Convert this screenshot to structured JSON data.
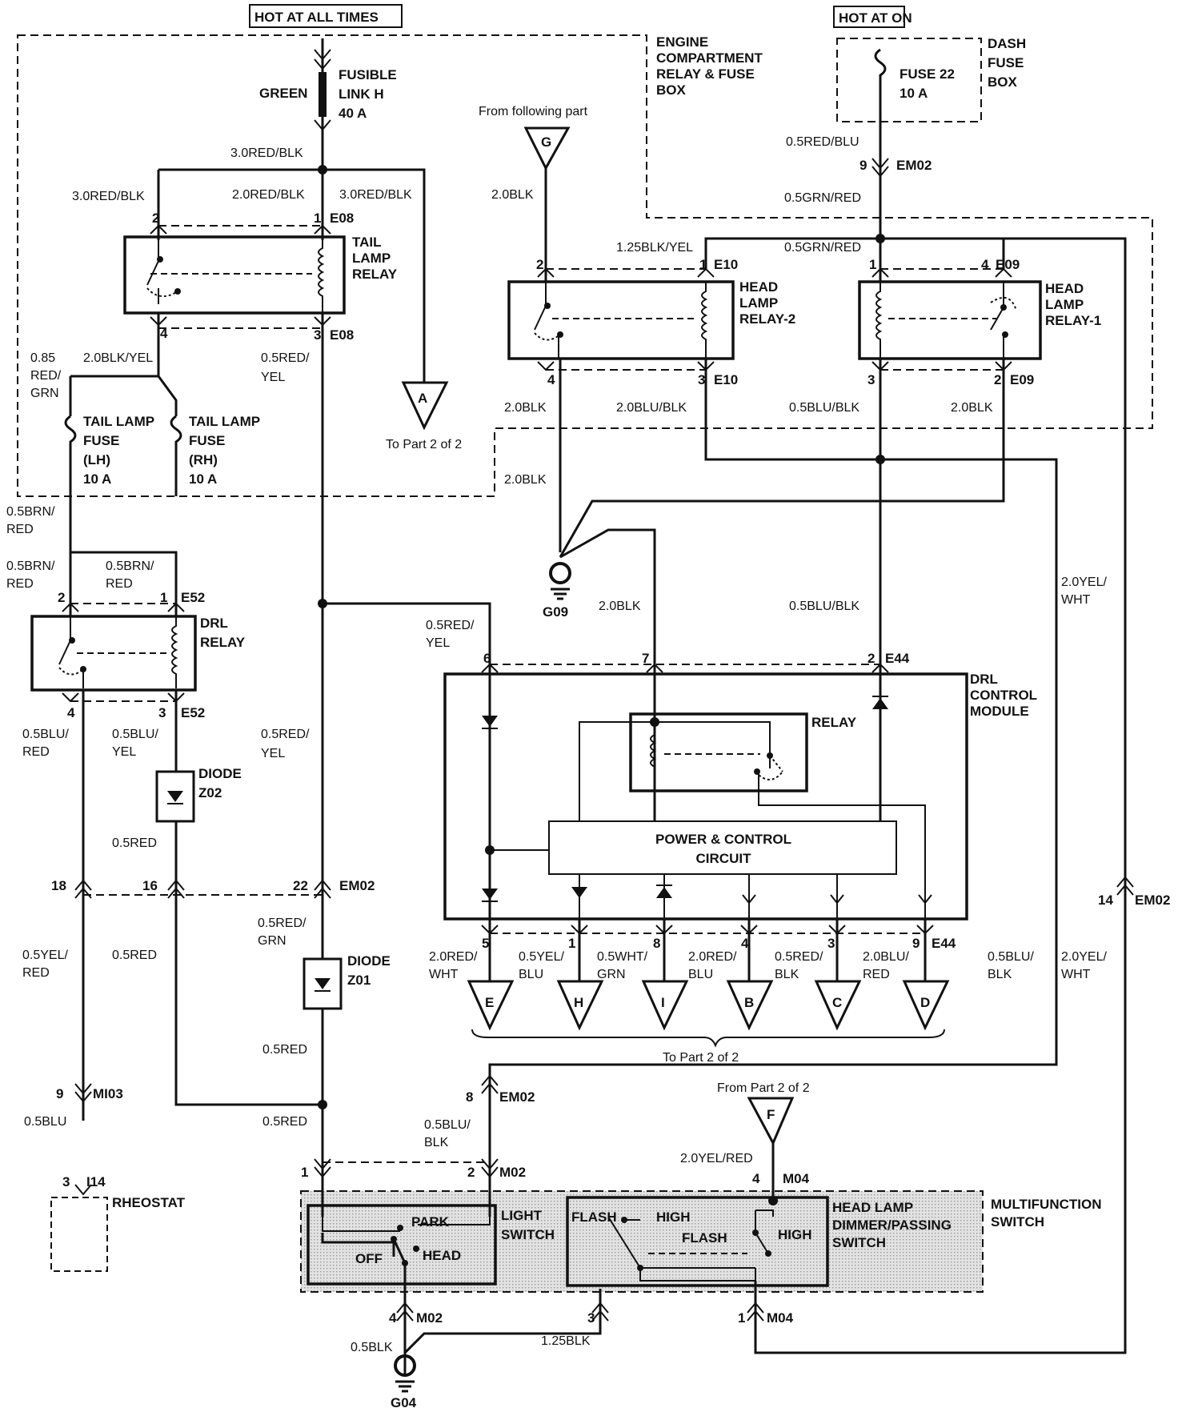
{
  "power": {
    "hot_at_all_times": "HOT AT ALL TIMES",
    "hot_at_on": "HOT AT ON"
  },
  "boxes": {
    "engine_box": "ENGINE\nCOMPARTMENT\nRELAY & FUSE\nBOX",
    "dash_box": "DASH\nFUSE\nBOX",
    "multifunction_switch": "MULTIFUNCTION\nSWITCH",
    "drl_control_module": "DRL\nCONTROL\nMODULE"
  },
  "fuses": {
    "fusible_link": "FUSIBLE\nLINK H\n40 A",
    "fusible_link_color": "GREEN",
    "fuse22": "FUSE 22\n10 A",
    "tail_fuse_lh": "TAIL LAMP\nFUSE\n(LH)\n10 A",
    "tail_fuse_rh": "TAIL LAMP\nFUSE\n(RH)\n10 A"
  },
  "relays": {
    "tail_lamp_relay": "TAIL\nLAMP\nRELAY",
    "head_lamp_relay_2": "HEAD\nLAMP\nRELAY-2",
    "head_lamp_relay_1": "HEAD\nLAMP\nRELAY-1",
    "drl_relay": "DRL\nRELAY",
    "module_relay": "RELAY",
    "power_control": "POWER & CONTROL\nCIRCUIT"
  },
  "diodes": {
    "z02": "DIODE\nZ02",
    "z01": "DIODE\nZ01"
  },
  "grounds": {
    "g09": "G09",
    "g04": "G04"
  },
  "connectors": {
    "e08": "E08",
    "e10": "E10",
    "e09": "E09",
    "e52": "E52",
    "e44": "E44",
    "em02": "EM02",
    "mi03": "MI03",
    "i14": "I14",
    "m02": "M02",
    "m04": "M04"
  },
  "wires": {
    "red_blk_30": "3.0RED/BLK",
    "red_blk_20": "2.0RED/BLK",
    "red_blu_05": "0.5RED/BLU",
    "grn_red_05": "0.5GRN/RED",
    "blk_20": "2.0BLK",
    "blk_yel_125": "1.25BLK/YEL",
    "blk_yel_20": "2.0BLK/YEL",
    "red_grn_085": "0.85\nRED/\nGRN",
    "red_yel_05": "0.5RED/\nYEL",
    "blu_blk_20": "2.0BLU/BLK",
    "blu_blk_05": "0.5BLU/BLK",
    "brn_red_05": "0.5BRN/\nRED",
    "blu_red_05": "0.5BLU/\nRED",
    "blu_yel_05": "0.5BLU/\nYEL",
    "red_05": "0.5RED",
    "yel_red_05": "0.5YEL/\nRED",
    "red_grn_05": "0.5RED/\nGRN",
    "blu_05": "0.5BLU",
    "yel_wht_20": "2.0YEL/\nWHT",
    "blu_blk_05b": "0.5BLU/\nBLK",
    "yel_red_20": "2.0YEL/RED",
    "blk_05": "0.5BLK",
    "blk_125": "1.25BLK",
    "red_wht_20": "2.0RED/\nWHT",
    "yel_blu_05": "0.5YEL/\nBLU",
    "wht_grn_05": "0.5WHT/\nGRN",
    "red_blu_20": "2.0RED/\nBLU",
    "red_blk_05": "0.5RED/\nBLK",
    "blu_red_20": "2.0BLU/\nRED"
  },
  "references": {
    "from_following_part": "From following part",
    "from_part_2": "From Part 2 of 2",
    "to_part_2": "To Part 2 of 2",
    "ref_g": "G",
    "ref_a": "A",
    "ref_f": "F",
    "ref_e": "E",
    "ref_h": "H",
    "ref_i": "I",
    "ref_b": "B",
    "ref_c": "C",
    "ref_d": "D"
  },
  "switches": {
    "light_switch": "LIGHT\nSWITCH",
    "dimmer_switch": "HEAD LAMP\nDIMMER/PASSING\nSWITCH",
    "park": "PARK",
    "off": "OFF",
    "head": "HEAD",
    "flash": "FLASH",
    "high": "HIGH"
  },
  "rheostat": "RHEOSTAT",
  "pins": {
    "p1": "1",
    "p2": "2",
    "p3": "3",
    "p4": "4",
    "p5": "5",
    "p6": "6",
    "p7": "7",
    "p8": "8",
    "p9": "9",
    "p14": "14",
    "p16": "16",
    "p18": "18",
    "p22": "22"
  }
}
